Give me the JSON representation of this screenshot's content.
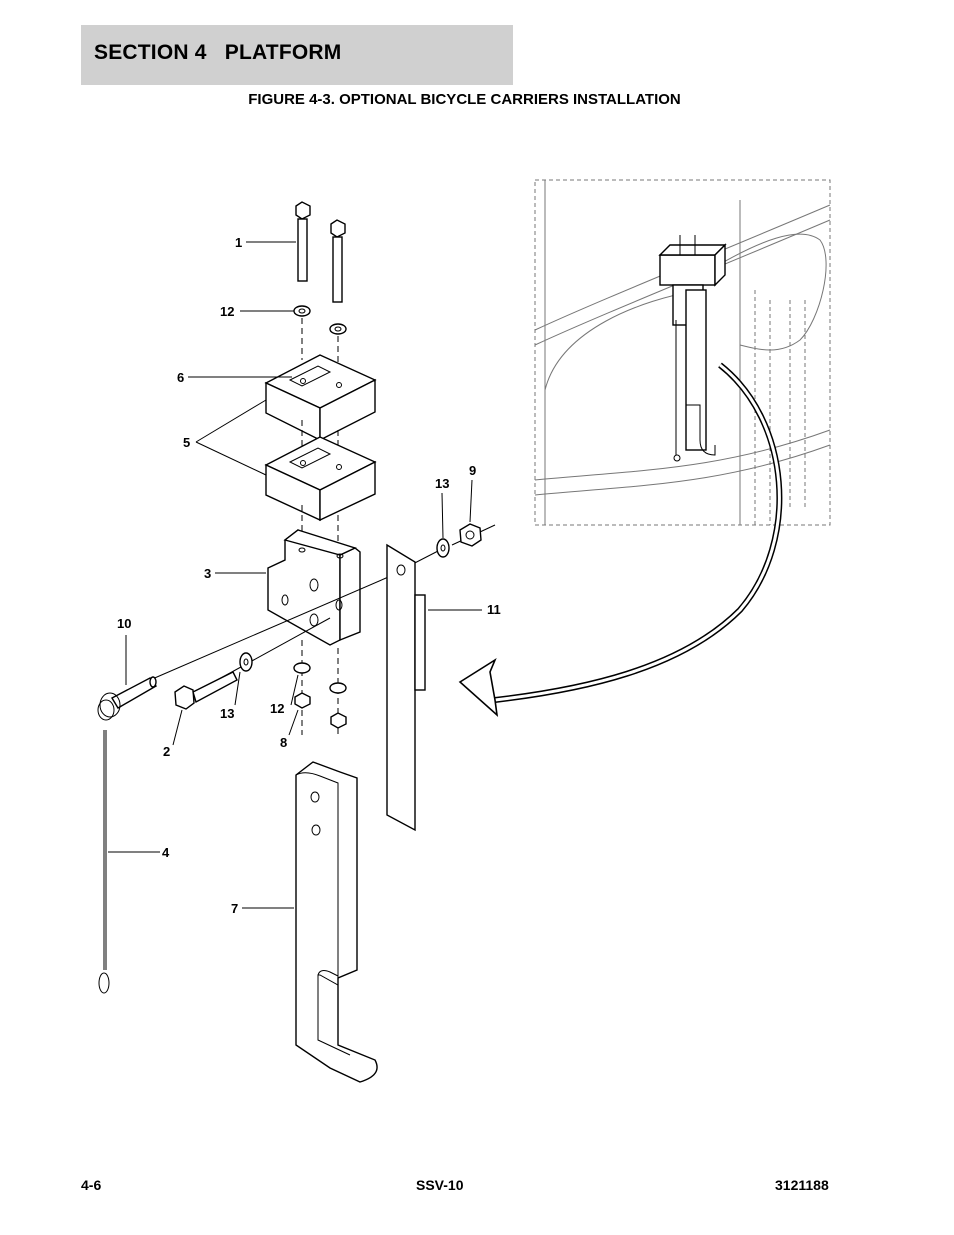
{
  "header": {
    "section_title": "SECTION 4   PLATFORM",
    "figure_title": "FIGURE 4-3. OPTIONAL BICYCLE CARRIERS INSTALLATION"
  },
  "callouts": {
    "c1": "1",
    "c2": "2",
    "c3": "3",
    "c4": "4",
    "c5": "5",
    "c6": "6",
    "c7": "7",
    "c8": "8",
    "c9": "9",
    "c10": "10",
    "c11": "11",
    "c12a": "12",
    "c12b": "12",
    "c13a": "13",
    "c13b": "13"
  },
  "footer": {
    "page_number": "4-6",
    "model": "SSV-10",
    "doc_number": "3121188"
  }
}
